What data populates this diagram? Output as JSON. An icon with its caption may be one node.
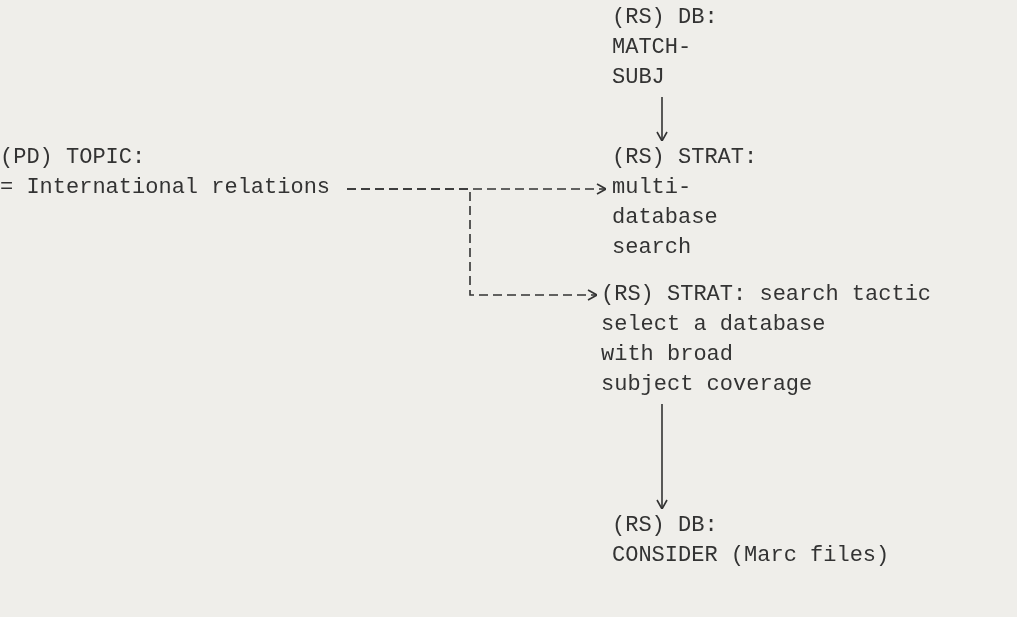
{
  "diagram": {
    "nodes": [
      {
        "text": [
          "(PD) TOPIC:",
          "= International relations"
        ]
      },
      {
        "text": [
          "(RS) DB:",
          "MATCH-SUBJ"
        ]
      },
      {
        "text": [
          "(RS) STRAT:",
          "multi-database search"
        ]
      },
      {
        "text": [
          "(RS) STRAT: search tactic",
          "select a database with broad subject coverage"
        ]
      },
      {
        "text": [
          "(RS) DB:",
          "CONSIDER (Marc files)"
        ]
      }
    ],
    "edges": [
      {
        "from": 0,
        "to": 2,
        "arrow": "to",
        "style": "dashed"
      },
      {
        "from": 1,
        "to": 2,
        "arrow": "to"
      },
      {
        "from": 0,
        "to": 3,
        "arrow": "to",
        "style": "dashed"
      },
      {
        "from": 3,
        "to": 4,
        "arrow": "to"
      }
    ]
  }
}
